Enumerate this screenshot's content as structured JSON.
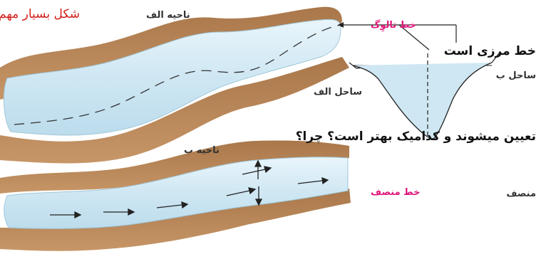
{
  "colors": {
    "bank": "#b68552",
    "bank_dark": "#9a6a3c",
    "water": "#cfe7f3",
    "water_light": "#e9f5fb",
    "accent_pink": "#e0157a",
    "title_red": "#d0201c",
    "line": "#222222"
  },
  "labels": {
    "title": "شکل بسیار مهم",
    "region_a": "ناحیه الف",
    "region_b": "ناحیه ب",
    "thalweg": "خط تالوِگ",
    "boundary_line": "خط مرزی است",
    "bank_a": "ساحل الف",
    "bank_b": "ساحل ب",
    "question": "تعیین میشوند و کدامیک بهتر است؟ چرا؟",
    "median_line": "خط منصف",
    "median_partial": "منصف"
  },
  "icons": {
    "arrows": "right-arrow-icon",
    "flow": "vertical-double-arrow-icon"
  }
}
